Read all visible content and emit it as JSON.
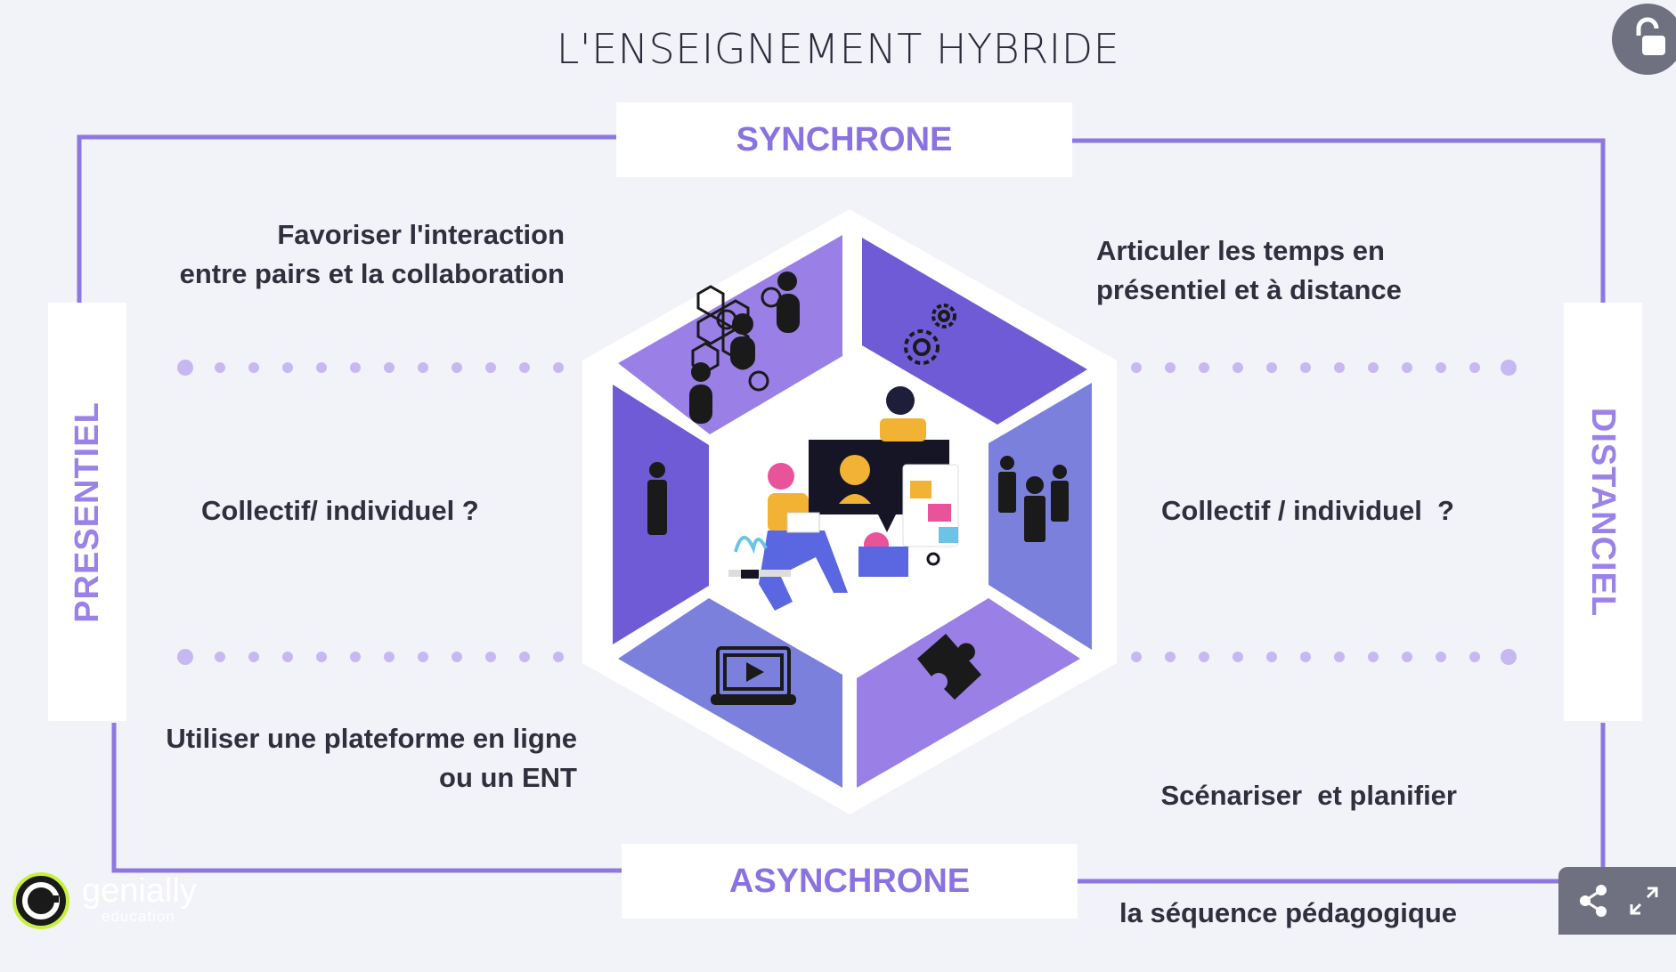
{
  "title": "L'ENSEIGNEMENT HYBRIDE",
  "axes": {
    "top": "SYNCHRONE",
    "bottom": "ASYNCHRONE",
    "left": "PRESENTIEL",
    "right": "DISTANCIEL"
  },
  "texts": {
    "top_left": [
      "Favoriser l'interaction",
      "entre pairs et la collaboration"
    ],
    "top_right": [
      "Articuler les temps en",
      "présentiel et à distance"
    ],
    "mid_left": "Collectif/ individuel ?",
    "mid_right": "Collectif / individuel  ?",
    "bottom_left": [
      "Utiliser une plateforme en ligne",
      "ou un ENT"
    ],
    "bottom_right": [
      "Scénariser  et planifier",
      "la séquence pédagogique"
    ]
  },
  "segments": [
    {
      "name": "network-people-icon",
      "color": "#9a7fe6"
    },
    {
      "name": "gears-icon",
      "color": "#6f5bd6"
    },
    {
      "name": "group-people-icon",
      "color": "#7b80dc"
    },
    {
      "name": "puzzle-icon",
      "color": "#9a7fe6"
    },
    {
      "name": "video-laptop-icon",
      "color": "#7b80dc"
    },
    {
      "name": "single-person-icon",
      "color": "#6f5bd6"
    }
  ],
  "brand": {
    "name": "genially",
    "sub": "education"
  },
  "colors": {
    "frame": "#8f77e2",
    "accent": "#8a72e0",
    "dot": "#c7b8f2",
    "dark_ui": "#6f7080"
  }
}
